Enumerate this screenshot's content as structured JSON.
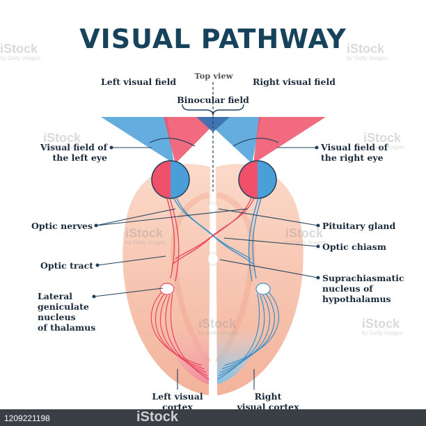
{
  "title": "VISUAL PATHWAY",
  "labels": {
    "top_view": "Top view",
    "left_visual_field": "Left visual field",
    "right_visual_field": "Right visual field",
    "binocular_field": "Binocular field",
    "vf_left_eye": "Visual field of\nthe left eye",
    "vf_right_eye": "Visual field of\nthe right eye",
    "optic_nerves": "Optic nerves",
    "optic_tract": "Optic tract",
    "lgn": "Lateral\ngeniculate\nnucleus\nof thalamus",
    "pituitary": "Pituitary gland",
    "optic_chiasm": "Optic chiasm",
    "scn": "Suprachiasmatic\nnucleus of\nhypothalamus",
    "left_cortex": "Left visual\ncortex",
    "right_cortex": "Right\nvisual cortex"
  },
  "watermark": {
    "brand": "iStock",
    "credit": "by Getty Images",
    "image_id": "1209221198"
  },
  "colors": {
    "title": "#16425b",
    "blue_field": "#4a9fd8",
    "red_field": "#f0506a",
    "brain": "#f6c3ad",
    "brain_dark": "#eea086",
    "nerve_red": "#e8485e",
    "nerve_blue": "#3a8fc9",
    "leader": "#1f3f5a"
  }
}
